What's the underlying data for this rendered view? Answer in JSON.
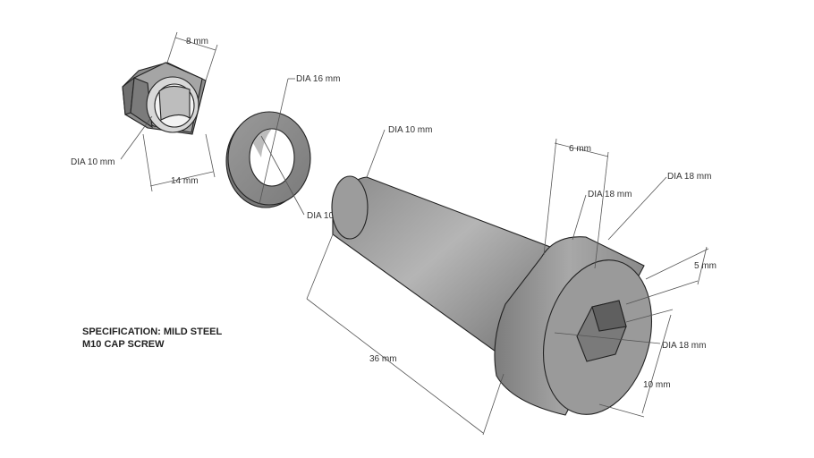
{
  "drawing": {
    "specification": {
      "line1": "SPECIFICATION: MILD STEEL",
      "line2": "M10 CAP SCREW"
    },
    "nut": {
      "thickness": "8 mm",
      "across_flats": "14 mm",
      "bore": "DIA 10 mm"
    },
    "washer": {
      "outer": "DIA 16 mm",
      "inner": "DIA 10"
    },
    "screw": {
      "shank_dia": "DIA 10 mm",
      "length": "36 mm",
      "head_height": "6 mm",
      "head_dia_1": "DIA 18 mm",
      "head_dia_2": "DIA 18 mm",
      "head_dia_3": "DIA 18 mm",
      "socket_depth": "5 mm",
      "socket_size": "10 mm"
    }
  }
}
